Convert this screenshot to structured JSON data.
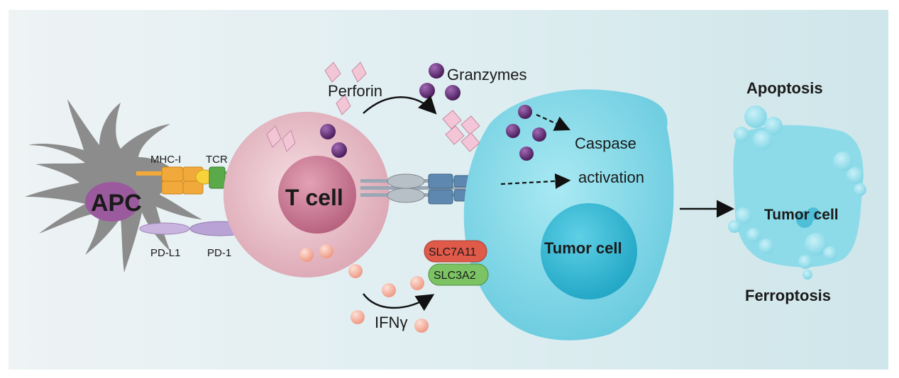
{
  "labels": {
    "apc": "APC",
    "mhc": "MHC-I",
    "tcr": "TCR",
    "pdl1": "PD-L1",
    "pd1": "PD-1",
    "tcell": "T cell",
    "perforin": "Perforin",
    "granzymes": "Granzymes",
    "caspase": "Caspase",
    "activation": "activation",
    "slc7a11": "SLC7A11",
    "slc3a2": "SLC3A2",
    "ifng": "IFNγ",
    "tumor_cell": "Tumor cell",
    "apoptosis": "Apoptosis",
    "tumor_cell_right": "Tumor cell",
    "ferroptosis": "Ferroptosis"
  },
  "colors": {
    "apc": "#8a8a8a",
    "apc_nucleus": "#a05aa0",
    "tcell": "#e8b8c2",
    "tcell_nucleus": "#c97b93",
    "tumor": "#7fd6e6",
    "tumor_nucleus": "#35b8d4",
    "granzyme": "#5b2a6e",
    "perforin": "#f2c6d6",
    "ifng": "#f4a898",
    "slc7a11": "#e05a4a",
    "slc3a2": "#6fbf5a",
    "mhc": "#f2a93b",
    "tcr": "#5aaa4a"
  }
}
